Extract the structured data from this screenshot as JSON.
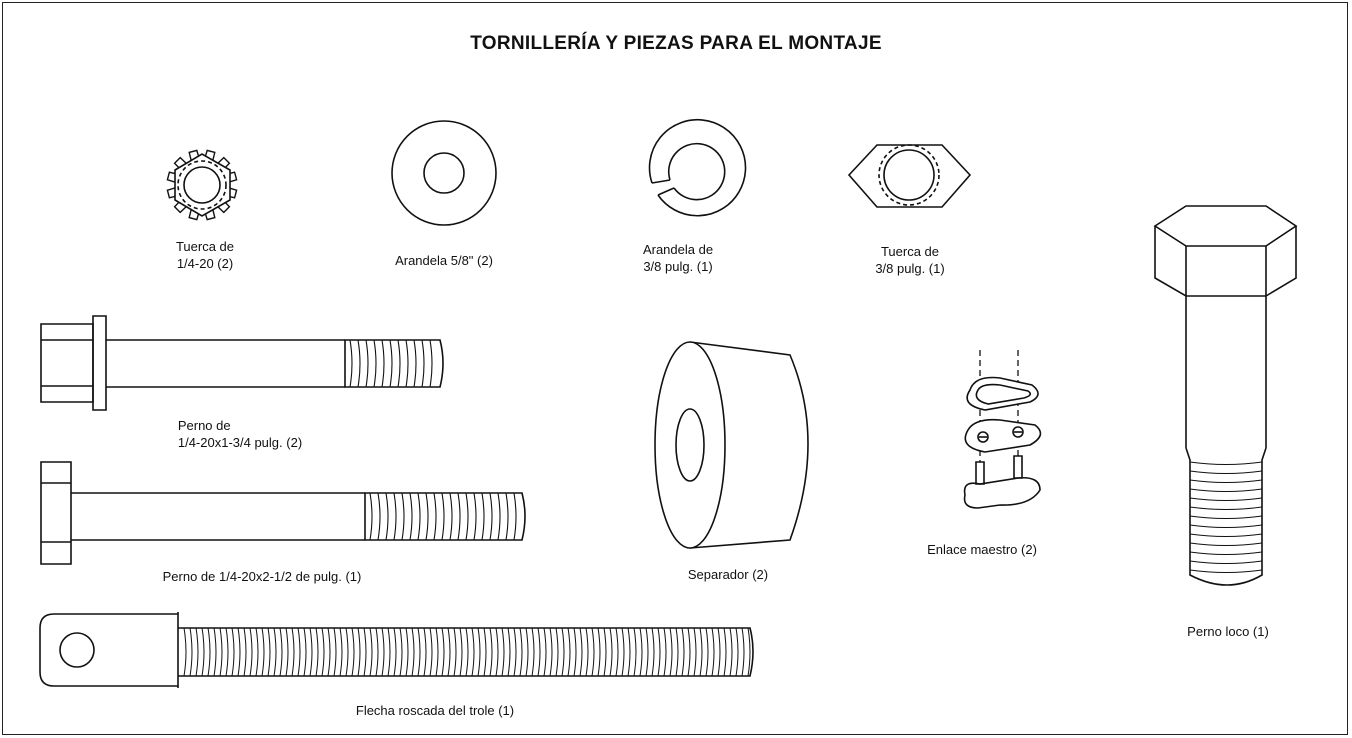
{
  "title": "TORNILLERÍA Y PIEZAS PARA EL MONTAJE",
  "parts": {
    "nut_quarter": {
      "line1": "Tuerca de",
      "line2": "1/4-20 (2)"
    },
    "washer_58": {
      "line1": "Arandela 5/8\" (2)"
    },
    "lock_washer": {
      "line1": "Arandela de",
      "line2": "3/8 pulg. (1)"
    },
    "nut_38": {
      "line1": "Tuerca de",
      "line2": "3/8 pulg. (1)"
    },
    "bolt_short": {
      "line1": "Perno de",
      "line2": "1/4-20x1-3/4 pulg. (2)"
    },
    "bolt_long": {
      "line1": "Perno de 1/4-20x2-1/2 de pulg. (1)"
    },
    "spacer": {
      "line1": "Separador (2)"
    },
    "master_link": {
      "line1": "Enlace maestro (2)"
    },
    "idler_bolt": {
      "line1": "Perno loco (1)"
    },
    "trolley_shaft": {
      "line1": "Flecha roscada del trole (1)"
    }
  }
}
